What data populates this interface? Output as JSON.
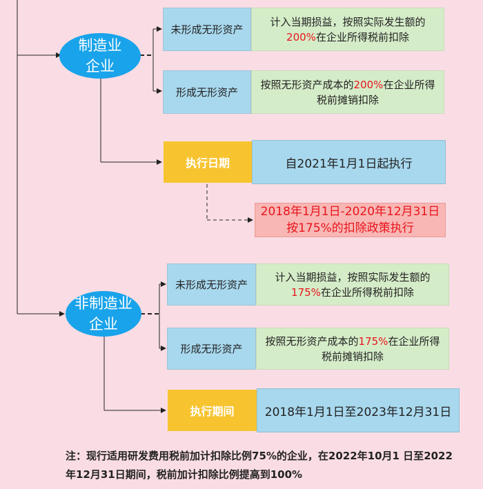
{
  "manufacturing": {
    "category": "制造业\n企业",
    "not_intangible": {
      "label": "未形成无形资产",
      "desc_pre": "计入当期损益，按照实际发生额的",
      "desc_rate": "200%",
      "desc_post": "在企业所得税前扣除"
    },
    "intangible": {
      "label": "形成无形资产",
      "desc_pre": "按照无形资产成本的",
      "desc_rate": "200%",
      "desc_post": "在企业所得税前摊销扣除"
    },
    "date_label": "执行日期",
    "date_value": "自2021年1月1日起执行",
    "earlier_policy": "2018年1月1日-2020年12月31日\n按175%的扣除政策执行"
  },
  "non_manufacturing": {
    "category": "非制造业\n企业",
    "not_intangible": {
      "label": "未形成无形资产",
      "desc_pre": "计入当期损益，按照实际发生额的",
      "desc_rate": "175%",
      "desc_post": "在企业所得税前扣除"
    },
    "intangible": {
      "label": "形成无形资产",
      "desc_pre": "按照无形资产成本的",
      "desc_rate": "175%",
      "desc_post": "在企业所得税前摊销扣除"
    },
    "period_label": "执行期间",
    "period_value": "2018年1月1日至2023年12月31日"
  },
  "note": "注：现行适用研发费用税前加计扣除比例75%的企业，在2022年10月1 日至2022年12月31日期间，税前加计扣除比例提高到100%",
  "colors": {
    "background": "#fadde4",
    "ellipse": "#19a3ea",
    "label_box": "#a8d8ee",
    "desc_box": "#d5ecc8",
    "date_box": "#f7c430",
    "highlight": "#e8141c"
  }
}
